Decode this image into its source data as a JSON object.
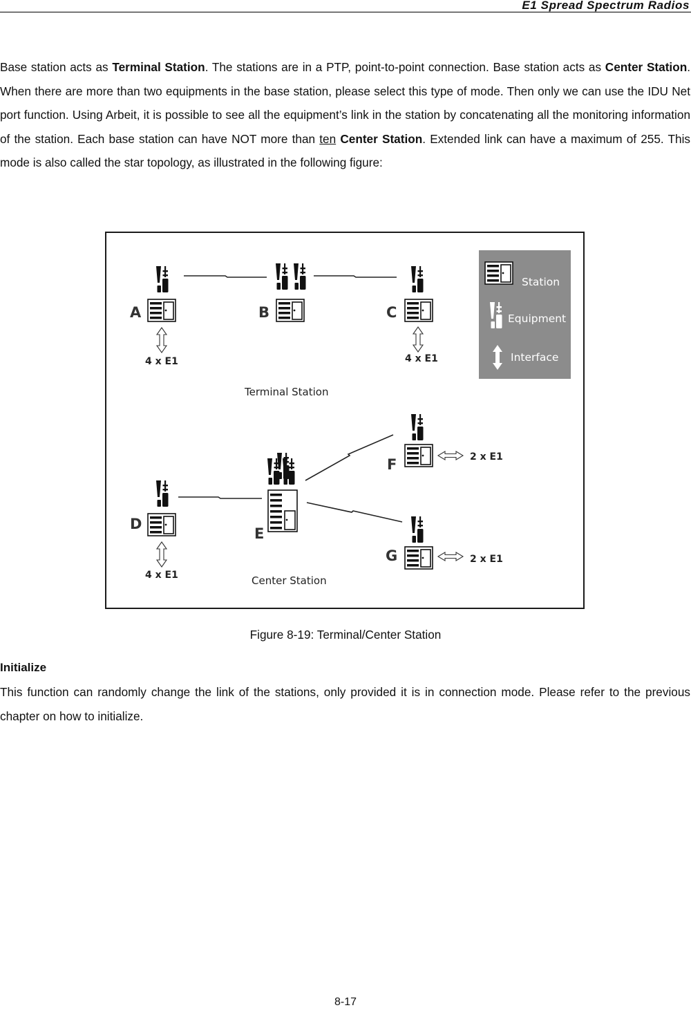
{
  "header": {
    "title": "E1  Spread  Spectrum  Radios"
  },
  "paragraph1": {
    "s1": "Base station acts as ",
    "b1": "Terminal Station",
    "s2": ". The stations are in a PTP, point-to-point connection. Base station acts as ",
    "b2": "Center Station",
    "s3": ". When there are more than two equipments in the base station, please select this type of mode. Then only we can use the IDU Net port function. Using Arbeit, it is possible to see all the equipment’s link in the station by concatenating all the monitoring information of the station. Each base station can have NOT more than ",
    "u1": "ten",
    "s4": " ",
    "b3": "Center Station",
    "s5": ". Extended link can have a maximum of 255. This mode is also called the star topology, as illustrated in the following figure:"
  },
  "figure": {
    "labels": {
      "a": "A",
      "b": "B",
      "c": "C",
      "d": "D",
      "e": "E",
      "f": "F",
      "g": "G"
    },
    "interfaces": {
      "a": "4 x E1",
      "c": "4 x E1",
      "d": "4 x E1",
      "f": "2 x E1",
      "g": "2 x E1"
    },
    "terminal_caption": "Terminal Station",
    "center_caption": "Center Station",
    "legend": {
      "station": "Station",
      "equipment": "Equipment",
      "interface": "Interface",
      "bg_color": "#8c8c8c"
    },
    "caption": "Figure 8-19: Terminal/Center Station"
  },
  "section": {
    "heading": "Initialize",
    "text": "This function can randomly change the link of the stations, only provided it is in connection mode. Please refer to the previous chapter on how to initialize."
  },
  "footer": {
    "page_number": "8-17"
  }
}
